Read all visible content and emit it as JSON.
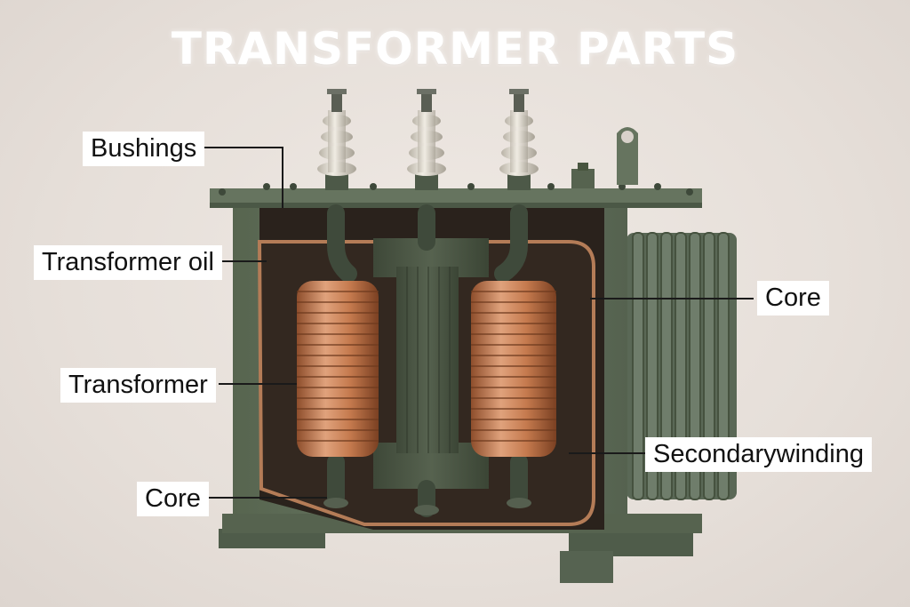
{
  "title": "TRANSFORMER PARTS",
  "labels": {
    "bushings": "Bushings",
    "transformer_oil": "Transformer oil",
    "transformer": "Transformer",
    "core_left": "Core",
    "core_right": "Core",
    "secondary_winding": "Secondarywinding"
  },
  "colors": {
    "background": "#e8e1db",
    "tank": "#5d6b5a",
    "copper": "#c8855a",
    "label_bg": "#ffffff",
    "leader_line": "#1a1a1a"
  }
}
